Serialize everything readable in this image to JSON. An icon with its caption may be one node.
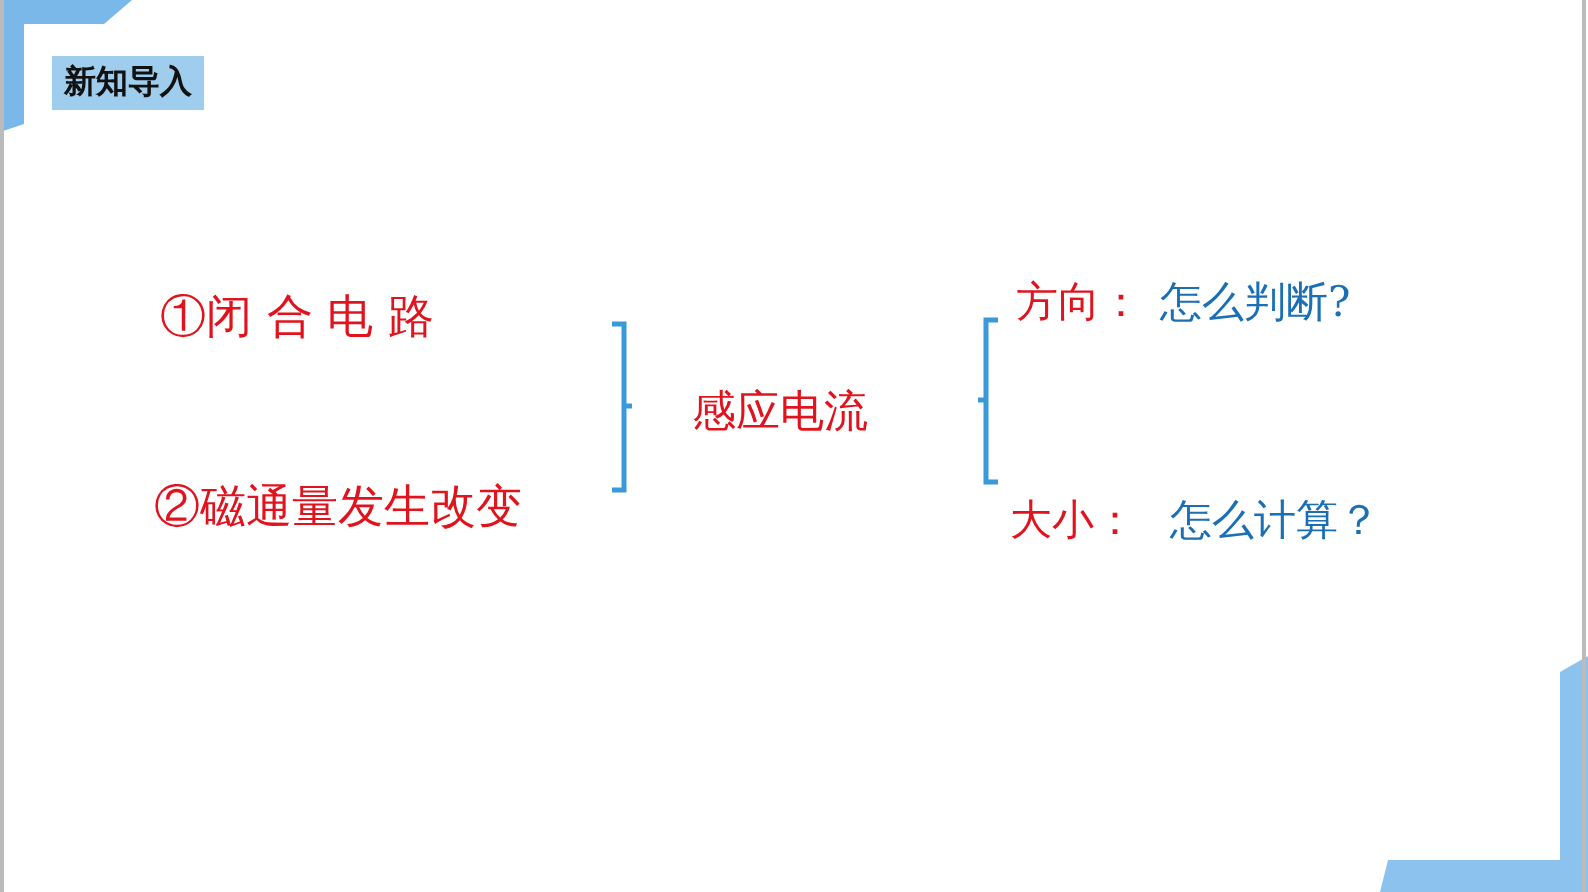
{
  "diagram": {
    "title": "新知导入",
    "labels": [
      "①闭 合 电 路",
      "②磁通量发生改变",
      "感应电流",
      "方向：",
      "怎么判断?",
      "大小：",
      "怎么计算？"
    ]
  }
}
